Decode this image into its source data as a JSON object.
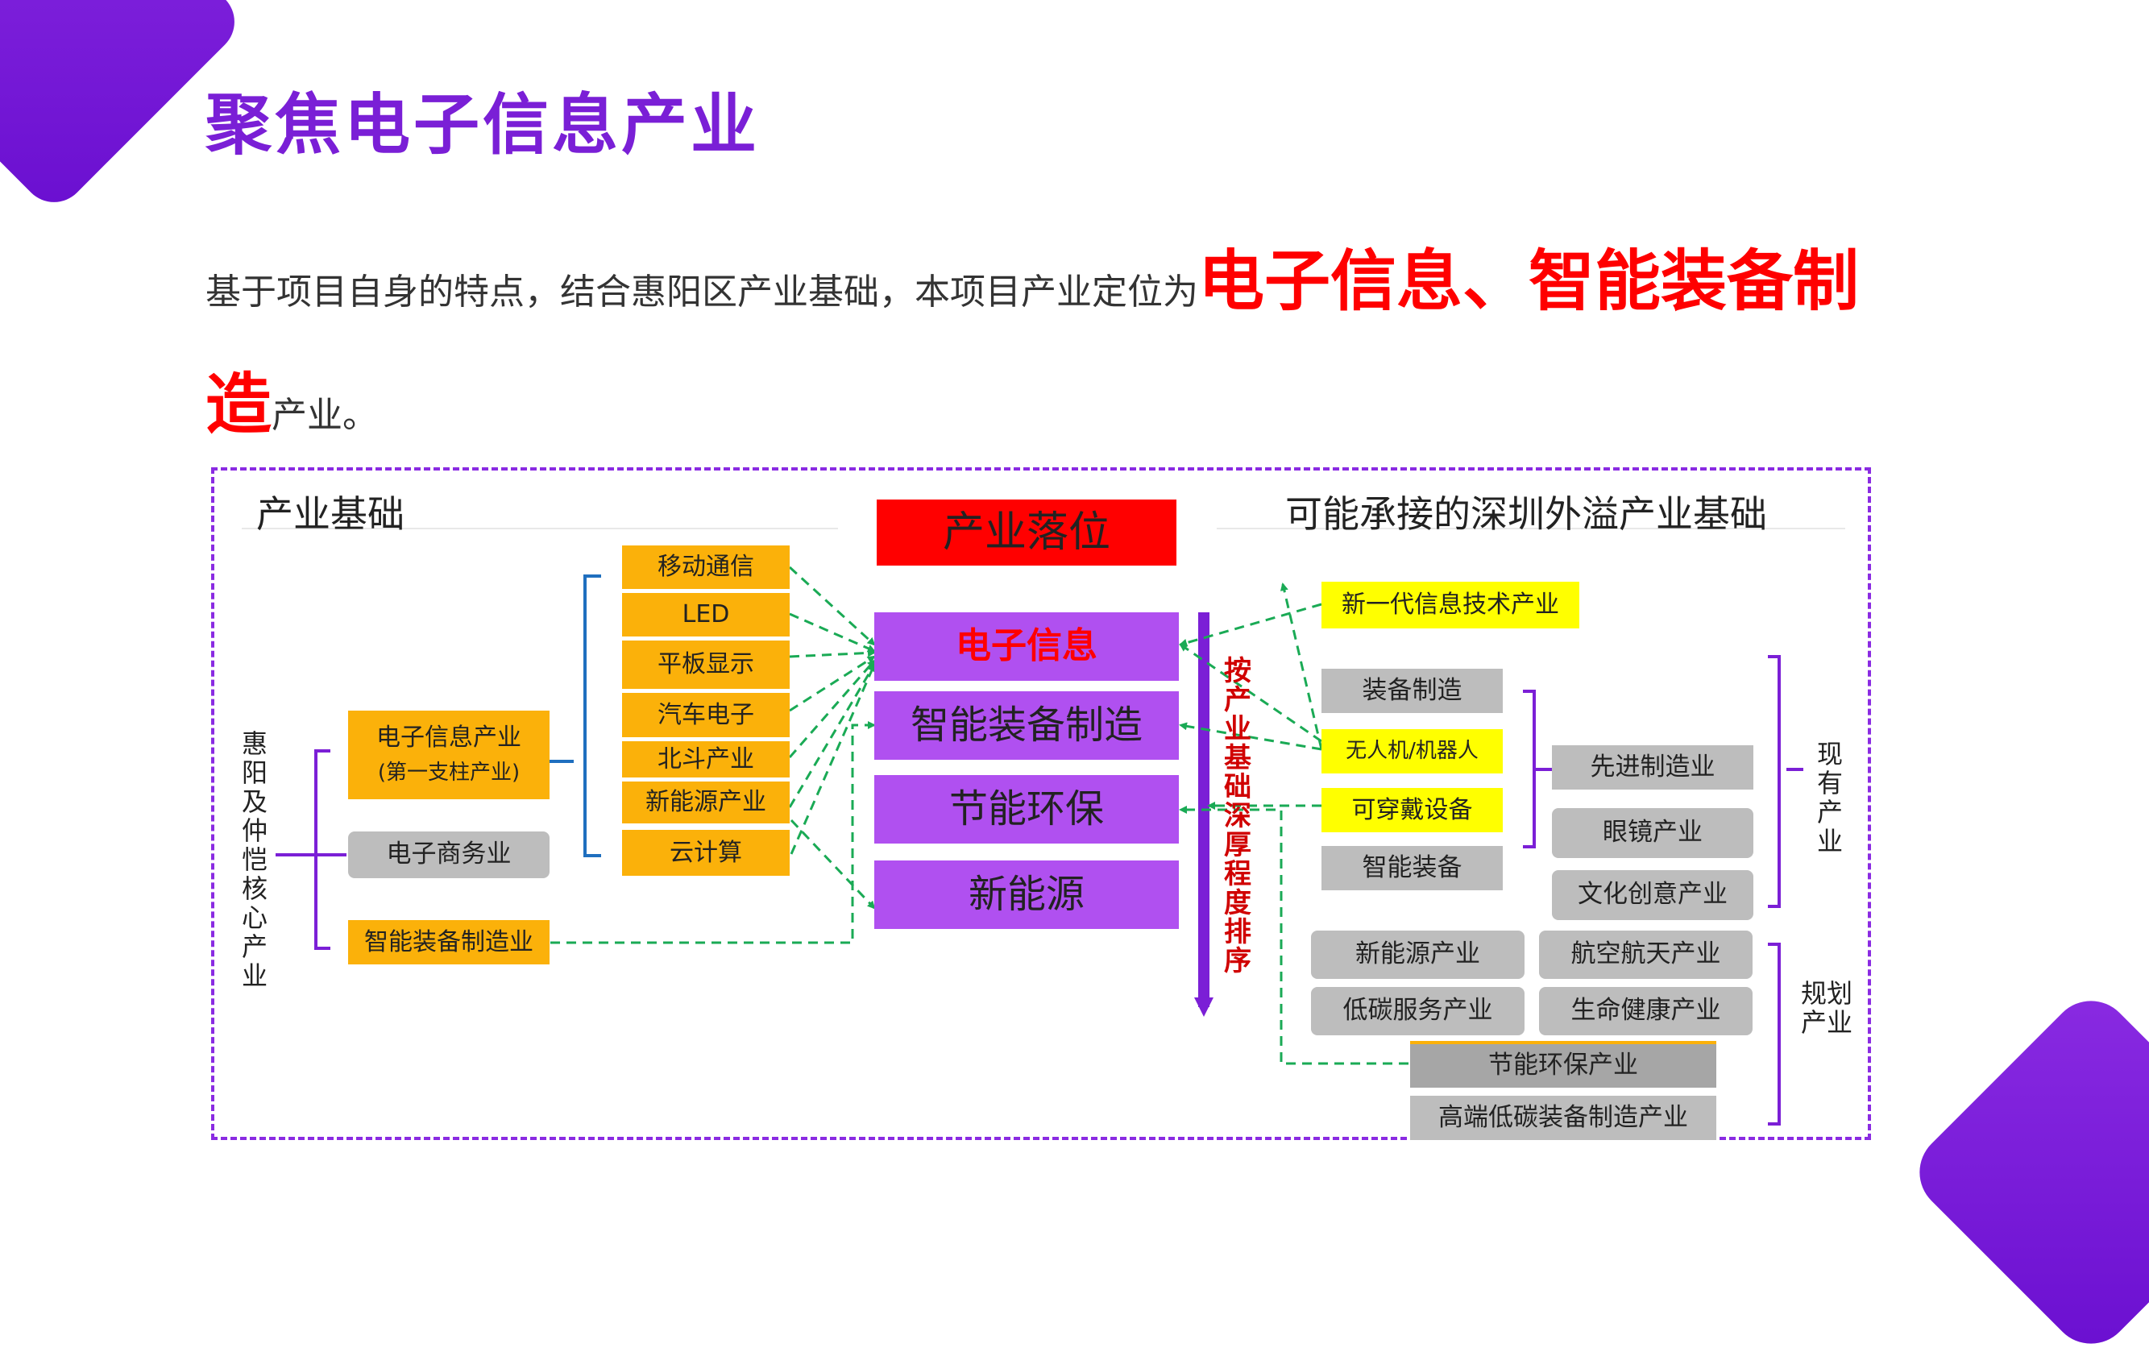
{
  "title": "聚焦电子信息产业",
  "intro": {
    "prefix": "基于项目自身的特点，结合惠阳区产业基础，本项目产业定位为",
    "highlight1": "电子信息、智能装备制",
    "highlight2": "造",
    "suffix": "产业。"
  },
  "diagram": {
    "left_heading": "产业基础",
    "right_heading": "可能承接的深圳外溢产业基础",
    "center_heading": "产业落位",
    "left_vertical_label": "惠阳及仲恺核心产业",
    "core_industries": [
      "电子信息产业",
      "(第一支柱产业)",
      "电子商务业",
      "智能装备制造业"
    ],
    "electronic_subsectors": [
      "移动通信",
      "LED",
      "平板显示",
      "汽车电子",
      "北斗产业",
      "新能源产业",
      "云计算"
    ],
    "positioning": [
      "电子信息",
      "智能装备制造",
      "节能环保",
      "新能源"
    ],
    "ranking_label": "按产业基础深厚程度排序",
    "shenzhen_items": [
      "新一代信息技术产业",
      "装备制造",
      "无人机/机器人",
      "可穿戴设备",
      "智能装备"
    ],
    "existing_items": [
      "先进制造业",
      "眼镜产业",
      "文化创意产业"
    ],
    "existing_label": "现有产业",
    "planned_items": [
      "新能源产业",
      "航空航天产业",
      "低碳服务产业",
      "生命健康产业",
      "节能环保产业",
      "高端低碳装备制造产业"
    ],
    "planned_label": "规划产业"
  },
  "colors": {
    "title_purple": "#7a1fd6",
    "highlight_red": "#ff0000",
    "orange": "#fbb10a",
    "yellow": "#ffff00",
    "purple_box": "#b050f0",
    "gray": "#bdbdbd",
    "green_arrow": "#1aaa55",
    "blue_bracket": "#1f6fbf"
  }
}
